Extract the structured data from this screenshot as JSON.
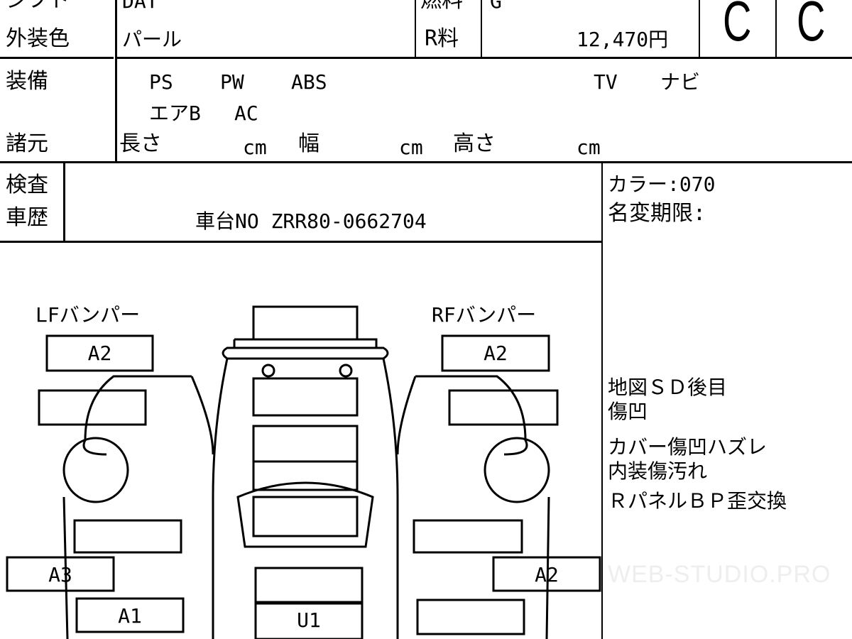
{
  "header": {
    "shift_label": "シフト",
    "shift_value": "DAT",
    "fuel_label": "燃料",
    "fuel_value": "G",
    "color_label": "外装色",
    "color_value": "パール",
    "recycle_label": "R料",
    "recycle_value": "12,470円",
    "grade_interior": "C",
    "grade_exterior": "C"
  },
  "equipment": {
    "label": "装備",
    "items": [
      "PS",
      "PW",
      "ABS",
      "TV",
      "ナビ",
      "エアB",
      "AC"
    ]
  },
  "specs": {
    "label": "諸元",
    "length_label": "長さ",
    "width_label": "幅",
    "height_label": "高さ",
    "unit": "cm"
  },
  "inspection": {
    "label1": "検査",
    "label2": "車歴",
    "chassis": "車台NO ZRR80-0662704"
  },
  "side_info": {
    "color_code": "カラー:070",
    "name_change": "名変期限:",
    "notes": [
      "地図ＳＤ後目",
      "傷凹",
      "カバー傷凹ハズレ",
      "内装傷汚れ",
      "ＲパネルＢＰ歪交換"
    ]
  },
  "diagram": {
    "lf_bumper": "LFバンパー",
    "rf_bumper": "RFバンパー",
    "lf_grade": "A2",
    "rf_grade": "A2",
    "left_rear_door": "A3",
    "right_rear_door": "A2",
    "left_sill": "A1",
    "rear_center": "U1"
  },
  "watermark": "WEB-STUDIO.PRO"
}
